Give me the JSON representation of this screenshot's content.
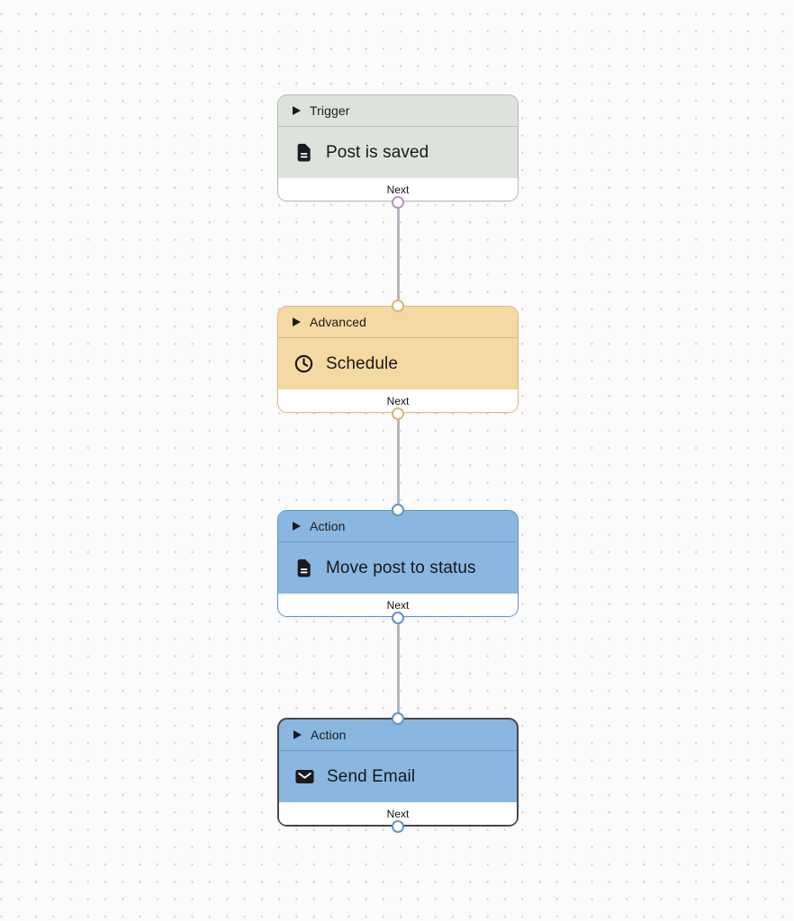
{
  "canvas": {
    "background_color": "#fbfbfb",
    "dot_color": "#d7d7db",
    "connector_color": "#b7b5bd"
  },
  "nodes": [
    {
      "category": "Trigger",
      "title": "Post is saved",
      "icon": "document-icon",
      "footer_label": "Next",
      "type": "trigger",
      "fill_color": "#dde3dc",
      "border_color": "#b3bcb3",
      "output_port_color": "#b992c4",
      "selected": false
    },
    {
      "category": "Advanced",
      "title": "Schedule",
      "icon": "clock-icon",
      "footer_label": "Next",
      "type": "advanced",
      "fill_color": "#f5d9a2",
      "border_color": "#ddbb7b",
      "input_port_color": "#d9b87c",
      "output_port_color": "#d9b87c",
      "selected": false
    },
    {
      "category": "Action",
      "title": "Move post to status",
      "icon": "document-icon",
      "footer_label": "Next",
      "type": "action",
      "fill_color": "#8ab7e0",
      "border_color": "#6096c9",
      "input_port_color": "#5f95c8",
      "output_port_color": "#5f95c8",
      "selected": false
    },
    {
      "category": "Action",
      "title": "Send Email",
      "icon": "mail-icon",
      "footer_label": "Next",
      "type": "action",
      "fill_color": "#8ab7e0",
      "border_color": "#46474d",
      "input_port_color": "#5f95c8",
      "output_port_color": "#5f95c8",
      "selected": true
    }
  ]
}
